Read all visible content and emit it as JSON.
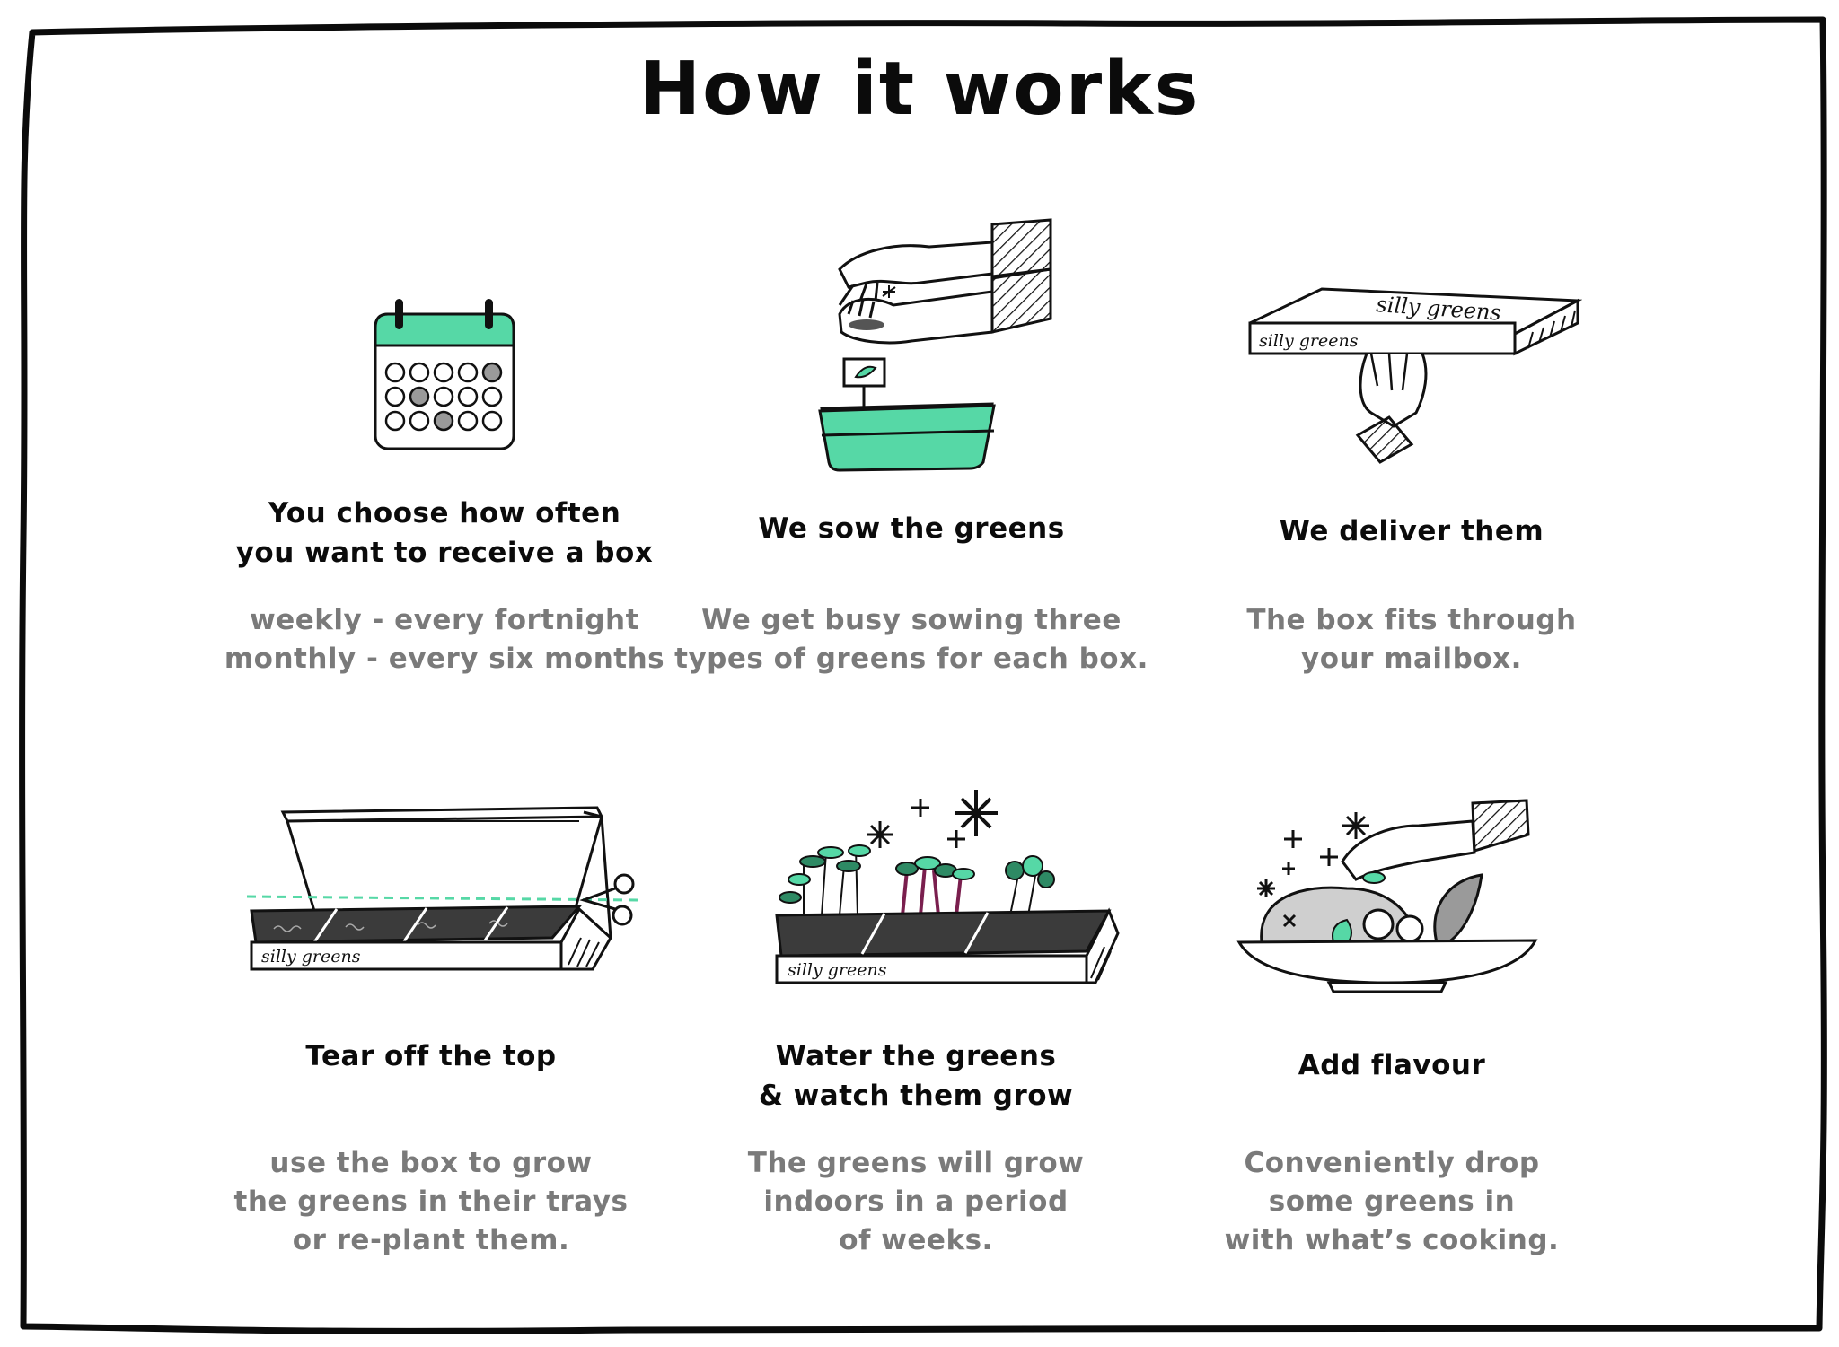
{
  "title": "How it works",
  "brand_label": "silly greens",
  "colors": {
    "accent": "#56d8a6",
    "ink": "#0b0b0b",
    "muted": "#7a7a7a"
  },
  "steps": [
    {
      "icon": "calendar-icon",
      "heading": "You choose how often\nyou want to receive a box",
      "description": "weekly - every fortnight\nmonthly - every six months"
    },
    {
      "icon": "sowing-hands-icon",
      "heading": "We sow the greens",
      "description": "We get busy sowing three\ntypes of greens for each box."
    },
    {
      "icon": "delivery-box-icon",
      "heading": "We deliver them",
      "description": "The box fits through\nyour mailbox."
    },
    {
      "icon": "open-box-scissors-icon",
      "heading": "Tear off the top",
      "description": "use the box to grow\nthe greens in their trays\nor re-plant them."
    },
    {
      "icon": "growing-greens-icon",
      "heading": "Water the greens\n& watch them grow",
      "description": "The greens will grow\nindoors in a period\nof weeks."
    },
    {
      "icon": "dish-icon",
      "heading": "Add flavour",
      "description": "Conveniently drop\nsome greens in\nwith what’s cooking."
    }
  ]
}
